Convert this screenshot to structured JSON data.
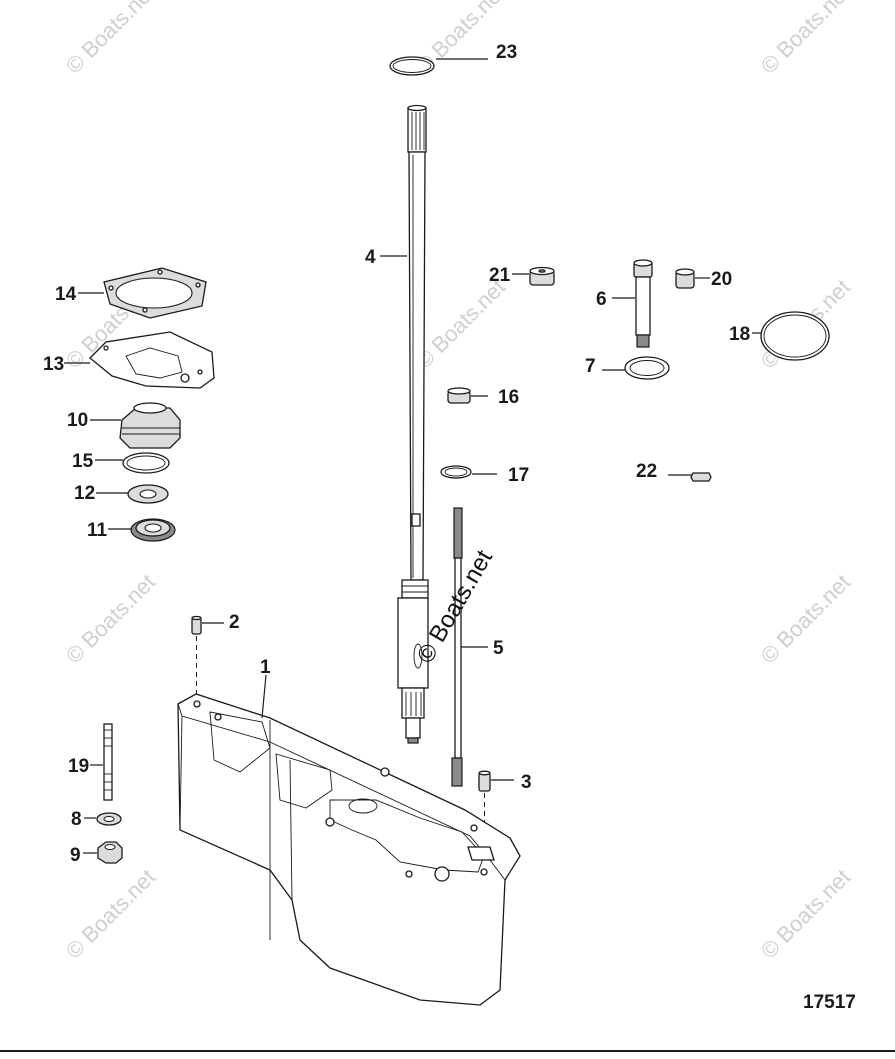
{
  "diagram": {
    "figure_number": "17517",
    "watermark": "© Boats.net",
    "callouts": {
      "c1": "1",
      "c2": "2",
      "c3": "3",
      "c4": "4",
      "c5": "5",
      "c6": "6",
      "c7": "7",
      "c8": "8",
      "c9": "9",
      "c10": "10",
      "c11": "11",
      "c12": "12",
      "c13": "13",
      "c14": "14",
      "c15": "15",
      "c16": "16",
      "c17": "17",
      "c18": "18",
      "c19": "19",
      "c20": "20",
      "c21": "21",
      "c22": "22",
      "c23": "23"
    }
  }
}
